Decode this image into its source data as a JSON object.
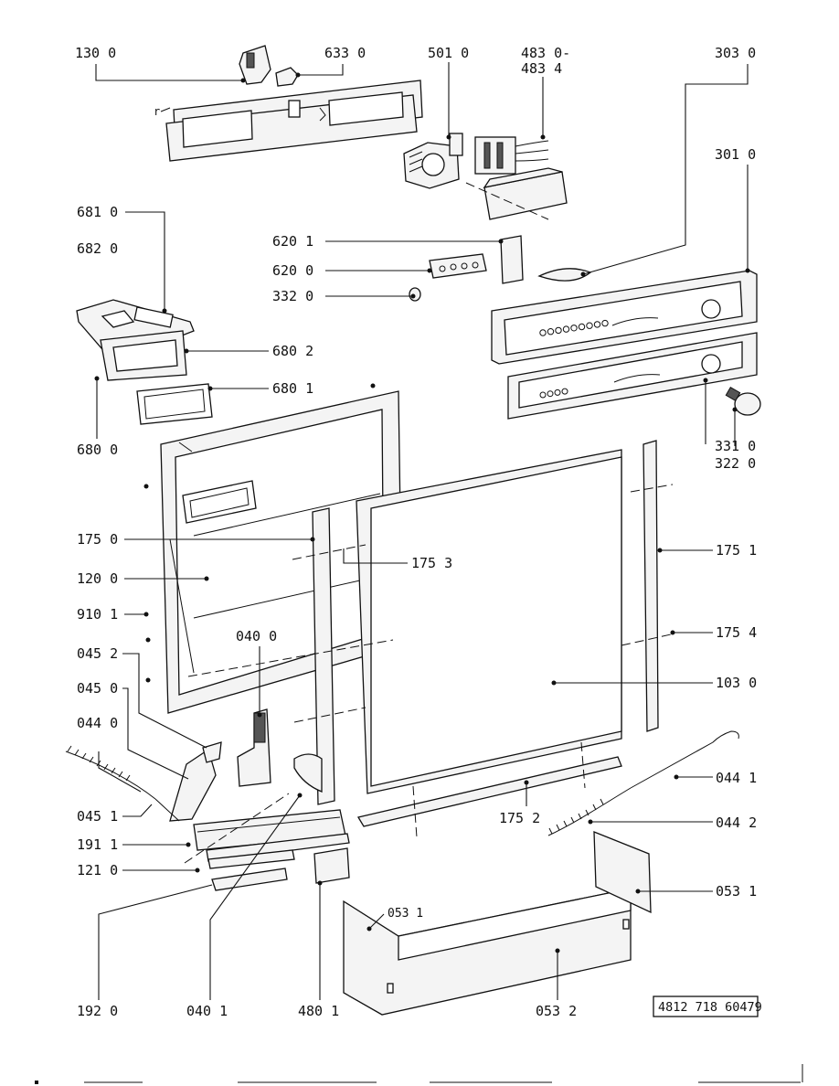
{
  "doc_number": "4812 718 60479",
  "callouts": {
    "c1300": "130 0",
    "c6330": "633 0",
    "c5010": "501 0",
    "c4830": "483 0-",
    "c4834": "483 4",
    "c3030": "303 0",
    "c3010": "301 0",
    "c6810": "681 0",
    "c6820": "682 0",
    "c6201": "620 1",
    "c6200": "620 0",
    "c3320": "332 0",
    "c6802": "680 2",
    "c6801": "680 1",
    "c6800": "680 0",
    "c3310": "331 0",
    "c3220": "322 0",
    "c1750": "175 0",
    "c1753": "175 3",
    "c1751": "175 1",
    "c1200": "120 0",
    "c9101": "910 1",
    "c1754": "175 4",
    "c0400": "040 0",
    "c0452": "045 2",
    "c1030": "103 0",
    "c0450": "045 0",
    "c0440": "044 0",
    "c0441": "044 1",
    "c0451": "045 1",
    "c1752": "175 2",
    "c0442": "044 2",
    "c1911": "191 1",
    "c1210": "121 0",
    "c0531r": "053 1",
    "c0531l": "053 1",
    "c1920": "192 0",
    "c0401": "040 1",
    "c4801": "480 1",
    "c0532": "053 2"
  }
}
